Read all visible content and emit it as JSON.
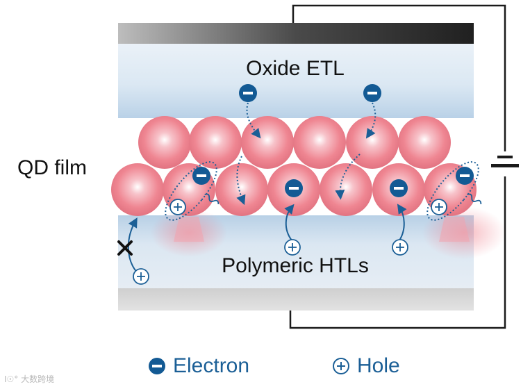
{
  "labels": {
    "top_layer": "Oxide ETL",
    "bottom_layer": "Polymeric HTLs",
    "side_label": "QD film"
  },
  "legend": {
    "electron_label": "Electron",
    "hole_label": "Hole"
  },
  "watermark": "Ι☉° 大数跨境",
  "colors": {
    "accent_blue": "#1b5f96",
    "electron_fill": "#135a94",
    "qd_pink": "#ef7d8a",
    "etl_blue": "#dbe8f3",
    "dark_bar": "#2b2b2b",
    "grey_bar": "#d8d8d8"
  },
  "icons": {
    "electron": "minus-circle-icon",
    "hole": "plus-circle-icon",
    "blocked": "cross-mark-icon",
    "battery": "battery-icon"
  }
}
